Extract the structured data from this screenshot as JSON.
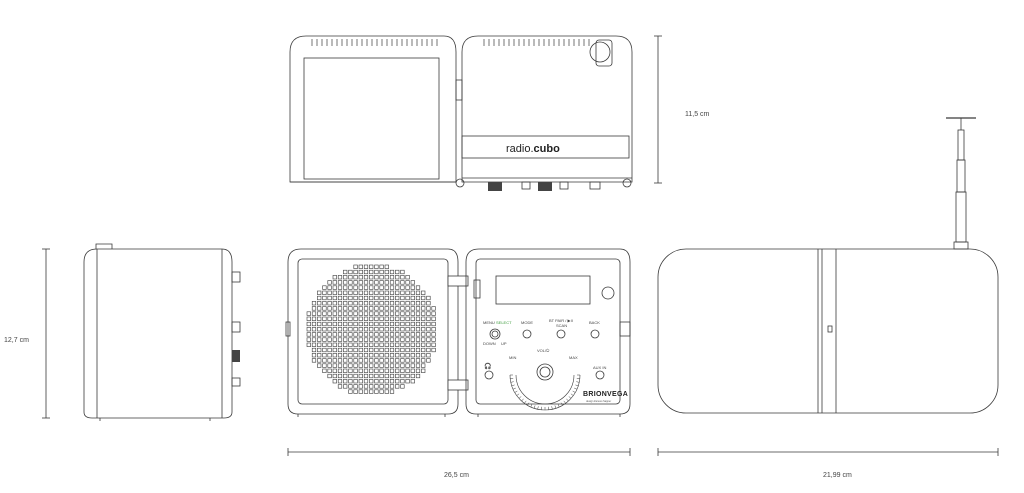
{
  "dimensions": {
    "height_top": "11,5 cm",
    "height_side": "12,7 cm",
    "width_front": "26,5 cm",
    "width_back": "21,99 cm"
  },
  "brand": {
    "label_radio": "radio.",
    "label_cubo": "cubo",
    "logo": "BRIONVEGA",
    "logo_sub": "design Zanuso Sapper"
  },
  "controls": {
    "menu": "MENU",
    "select": "SELECT",
    "down": "DOWN",
    "up": "UP",
    "mode": "MODE",
    "bt_pair": "BT PAIR / ▶II",
    "scan": "SCAN",
    "back": "BACK",
    "vol": "VOL/⏻",
    "min": "MIN",
    "max": "MAX",
    "aux_in": "AUX IN"
  },
  "colors": {
    "line": "#3a3a3a",
    "accent": "#3a9a3a"
  }
}
